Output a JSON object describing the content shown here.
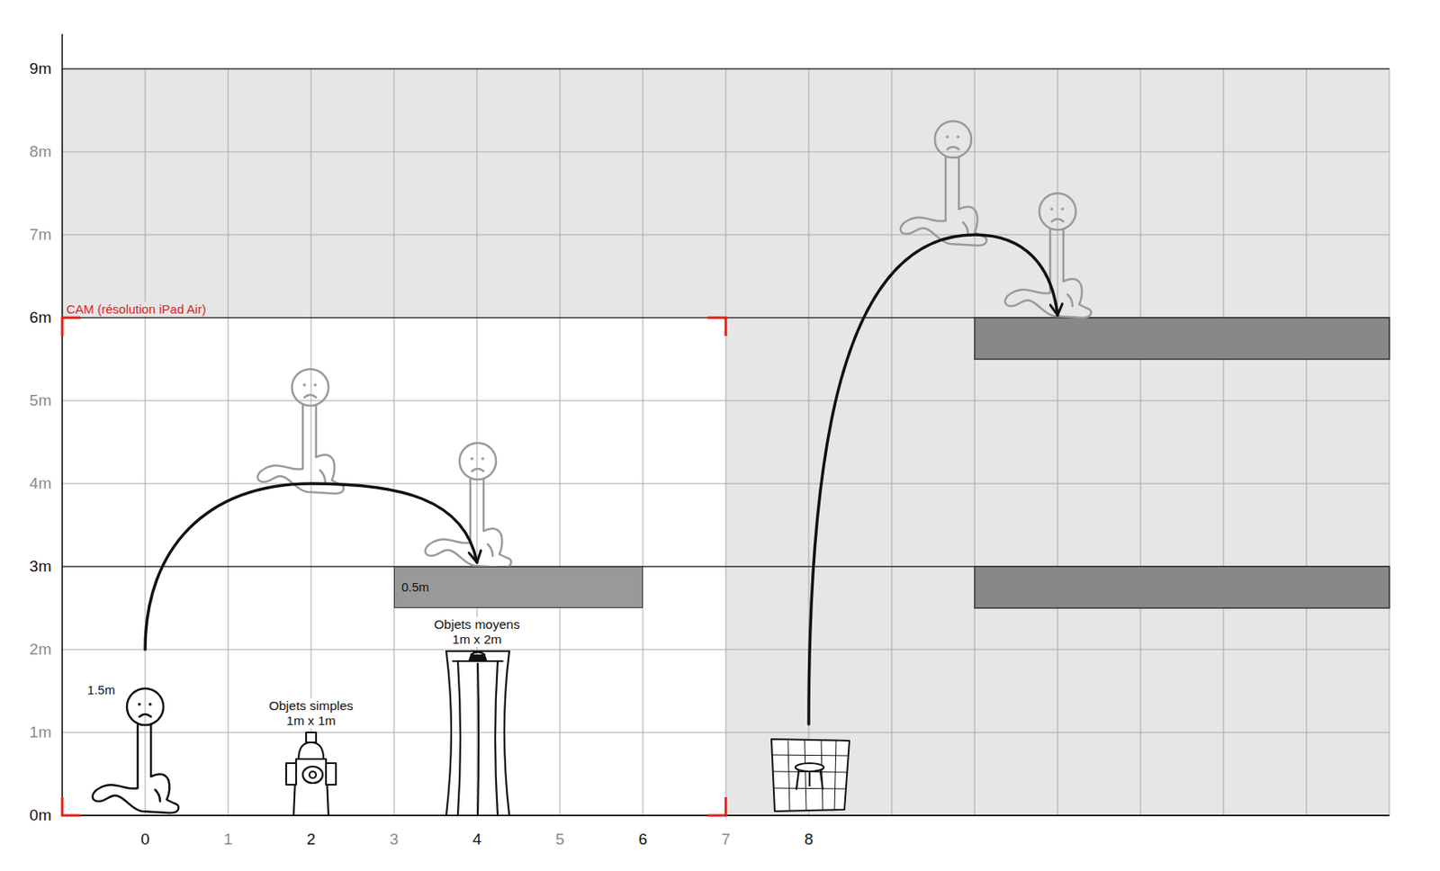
{
  "diagram": {
    "nodes": [
      {
        "text": [
          "0.5m"
        ]
      }
    ],
    "labels": [
      "9m",
      "8m",
      "7m",
      "6m",
      "5m",
      "4m",
      "3m",
      "2m",
      "1m",
      "0m",
      "CAM (résolution iPad Air)",
      "1.5m",
      "Objets simples 1m x 1m",
      "Objets moyens 1m x 2m",
      "0",
      "1",
      "2",
      "3",
      "4",
      "5",
      "6",
      "7",
      "8"
    ]
  }
}
